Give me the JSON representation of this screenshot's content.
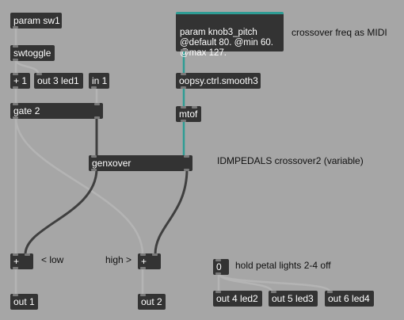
{
  "objects": {
    "param_sw1": "param sw1",
    "swtoggle": "swtoggle",
    "plus_one": "+ 1",
    "out3_led1": "out 3 led1",
    "in1": "in 1",
    "gate2": "gate 2",
    "genxover": "genxover",
    "plus_left": "+",
    "plus_right": "+",
    "out1": "out 1",
    "out2": "out 2",
    "param_knob3": "param knob3_pitch\n@default 80. @min 60.\n@max 127.",
    "smooth3": "oopsy.ctrl.smooth3",
    "mtof": "mtof",
    "zero_msg": "0",
    "out4_led2": "out 4 led2",
    "out5_led3": "out 5 led3",
    "out6_led4": "out 6 led4"
  },
  "comments": {
    "crossover_freq": "crossover freq as MIDI",
    "idmpedals": "IDMPEDALS crossover2 (variable)",
    "low": "< low",
    "high": "high >",
    "hold_petal": "hold petal lights 2-4 off"
  },
  "colors": {
    "background": "#a6a6a6",
    "object": "#333333",
    "cord": "#b4b4b4",
    "signal_cord": "#3f3f3f",
    "param_cord": "#2e9c94"
  }
}
